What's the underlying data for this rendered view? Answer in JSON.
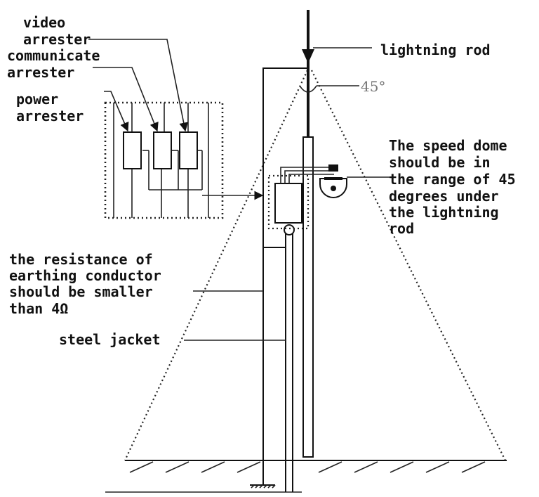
{
  "labels": {
    "video_arrester": [
      "video",
      "arrester"
    ],
    "communicate_arrester": [
      "communicate",
      "arrester"
    ],
    "power_arrester": [
      "power",
      "arrester"
    ],
    "lightning_rod": "lightning rod",
    "angle": "45°",
    "speed_dome_note": [
      "The speed dome",
      "should be in",
      "the range of 45",
      "degrees under",
      "the lightning",
      "rod"
    ],
    "earthing_note": [
      "the resistance of",
      "earthing conductor",
      "should be smaller",
      "than 4Ω"
    ],
    "steel_jacket": "steel jacket"
  },
  "colors": {
    "line": "#111111",
    "angle_label": "#777777"
  }
}
